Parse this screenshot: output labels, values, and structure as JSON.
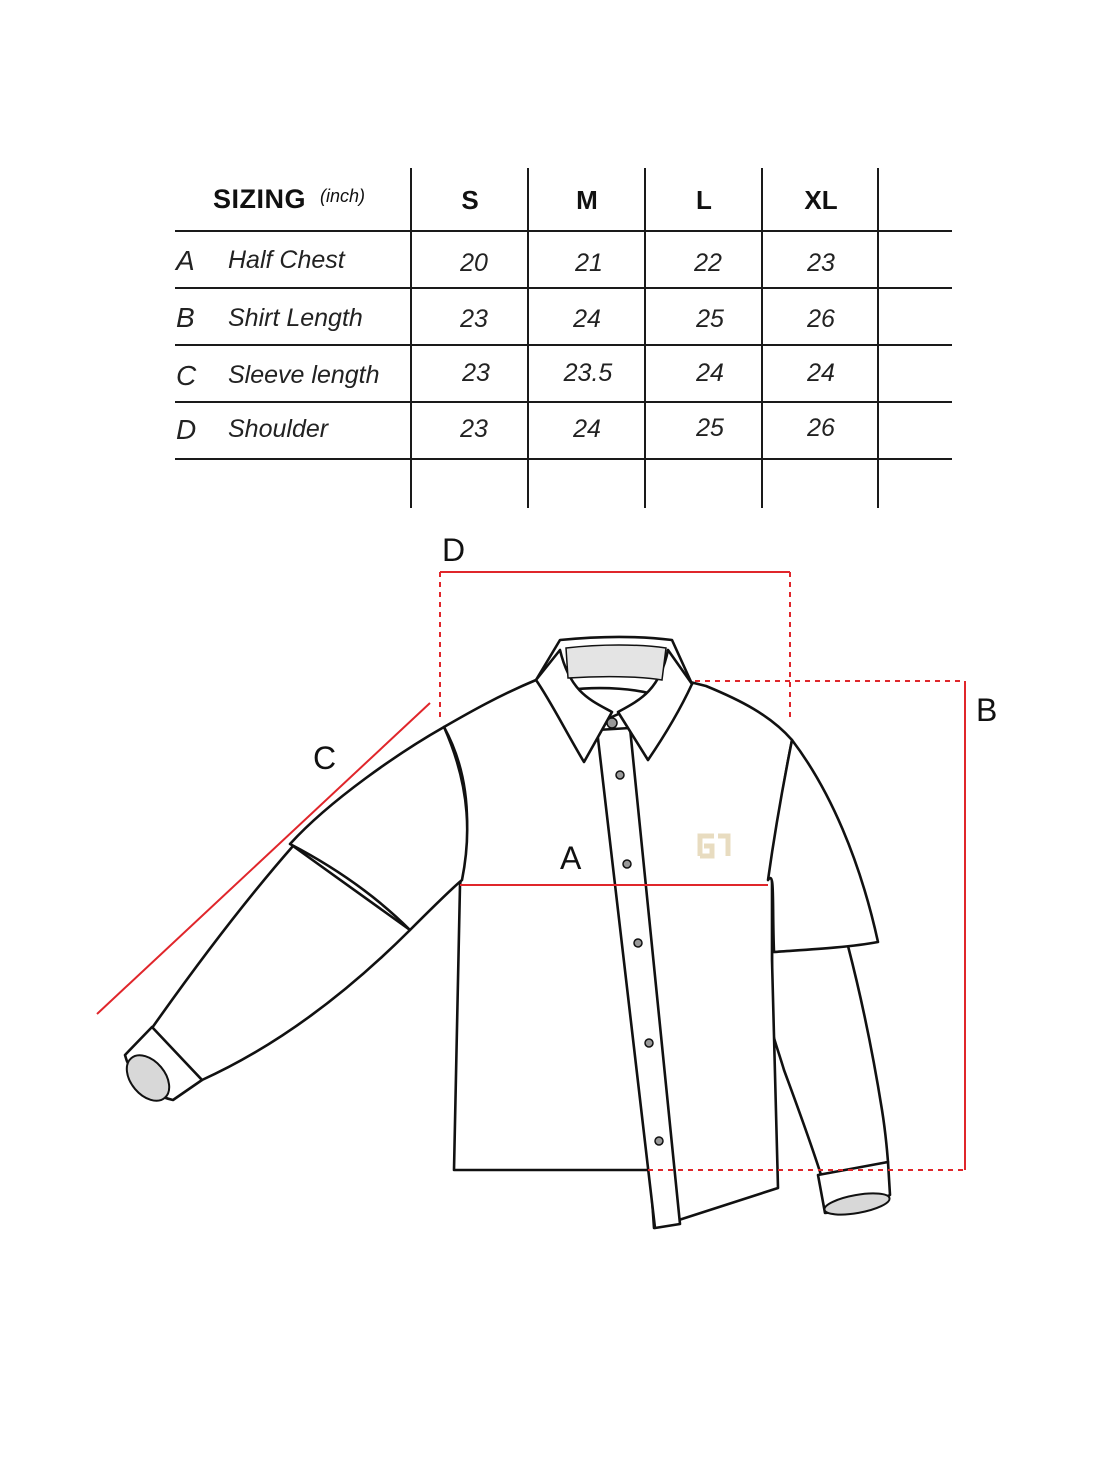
{
  "table": {
    "title": "SIZING",
    "unit": "(inch)",
    "sizes": [
      "S",
      "M",
      "L",
      "XL"
    ],
    "rows": [
      {
        "letter": "A",
        "label": "Half Chest",
        "values": [
          "20",
          "21",
          "22",
          "23"
        ]
      },
      {
        "letter": "B",
        "label": "Shirt Length",
        "values": [
          "23",
          "24",
          "25",
          "26"
        ]
      },
      {
        "letter": "C",
        "label": "Sleeve length",
        "values": [
          "23",
          "23.5",
          "24",
          "24"
        ]
      },
      {
        "letter": "D",
        "label": "Shoulder",
        "values": [
          "23",
          "24",
          "25",
          "26"
        ]
      }
    ]
  },
  "diagram": {
    "labels": {
      "a": "A",
      "b": "B",
      "c": "C",
      "d": "D"
    },
    "colors": {
      "measure": "#e0262b",
      "outline": "#111111",
      "logo": "#e8dcc0",
      "cuff": "#d8d8d8"
    },
    "logo_icon": "brand-logo-icon"
  }
}
